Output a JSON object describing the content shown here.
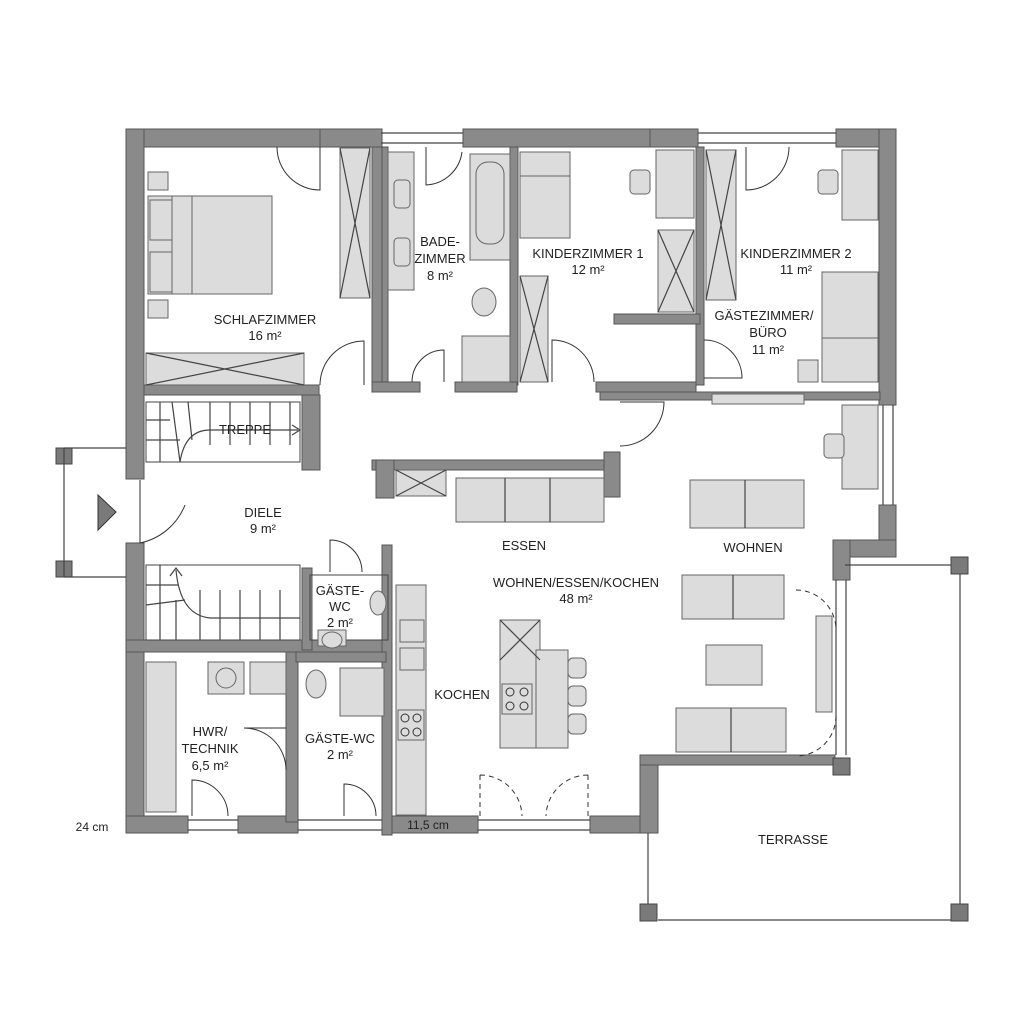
{
  "rooms": {
    "schlafzimmer": {
      "name": "SCHLAFZIMMER",
      "area": "16 m²"
    },
    "badezimmer": {
      "name_line1": "BADE-",
      "name_line2": "ZIMMER",
      "area": "8 m²"
    },
    "kinderzimmer1": {
      "name": "KINDERZIMMER 1",
      "area": "12 m²"
    },
    "kinderzimmer2": {
      "name": "KINDERZIMMER 2",
      "area": "11 m²"
    },
    "gaestezimmer": {
      "name_line1": "GÄSTEZIMMER/",
      "name_line2": "BÜRO",
      "area": "11 m²"
    },
    "treppe": {
      "name": "TREPPE"
    },
    "diele": {
      "name": "DIELE",
      "area": "9 m²"
    },
    "gaeste_wc_small": {
      "name_line1": "GÄSTE-",
      "name_line2": "WC",
      "area": "2 m²"
    },
    "gaeste_wc": {
      "name": "GÄSTE-WC",
      "area": "2 m²"
    },
    "hwr": {
      "name_line1": "HWR/",
      "name_line2": "TECHNIK",
      "area": "6,5 m²"
    },
    "essen": {
      "name": "ESSEN"
    },
    "wohnen": {
      "name": "WOHNEN"
    },
    "wohnen_essen_kochen": {
      "name": "WOHNEN/ESSEN/KOCHEN",
      "area": "48 m²"
    },
    "kochen": {
      "name": "KOCHEN"
    },
    "terrasse": {
      "name": "TERRASSE"
    }
  },
  "dimensions": {
    "outer_wall": "24 cm",
    "inner_wall": "11,5 cm"
  },
  "colors": {
    "wall": "#8a8a8a",
    "furniture": "#dcdcdc",
    "line": "#444444",
    "background": "#ffffff"
  },
  "icons": {
    "entrance": "entrance-arrow-icon"
  }
}
